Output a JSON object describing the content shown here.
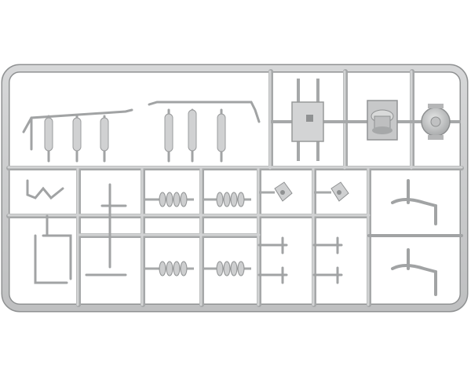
{
  "colors": {
    "background": "#ffffff",
    "plastic": "#c9cacb",
    "plastic_dark": "#9fa1a2",
    "plastic_light": "#e2e3e3",
    "outline": "#8c8e8f"
  },
  "subject": {
    "kind": "plastic model kit sprue (parts tree)",
    "sprue_frame": {
      "shape": "rounded rectangle frame with internal runner grid"
    },
    "parts": [
      {
        "name": "handle-rods",
        "count": 3
      },
      {
        "name": "vertical-pipes",
        "count": 6
      },
      {
        "name": "square-plate",
        "count": 1
      },
      {
        "name": "gear-hub",
        "count": 1
      },
      {
        "name": "round-flange",
        "count": 1
      },
      {
        "name": "coil-springs",
        "count": 4
      },
      {
        "name": "small-brackets",
        "count": 2
      },
      {
        "name": "t-levers",
        "count": 4
      },
      {
        "name": "curved-arms",
        "count": 2
      },
      {
        "name": "seat-frame",
        "count": 1
      },
      {
        "name": "cross-rod",
        "count": 1
      }
    ]
  }
}
